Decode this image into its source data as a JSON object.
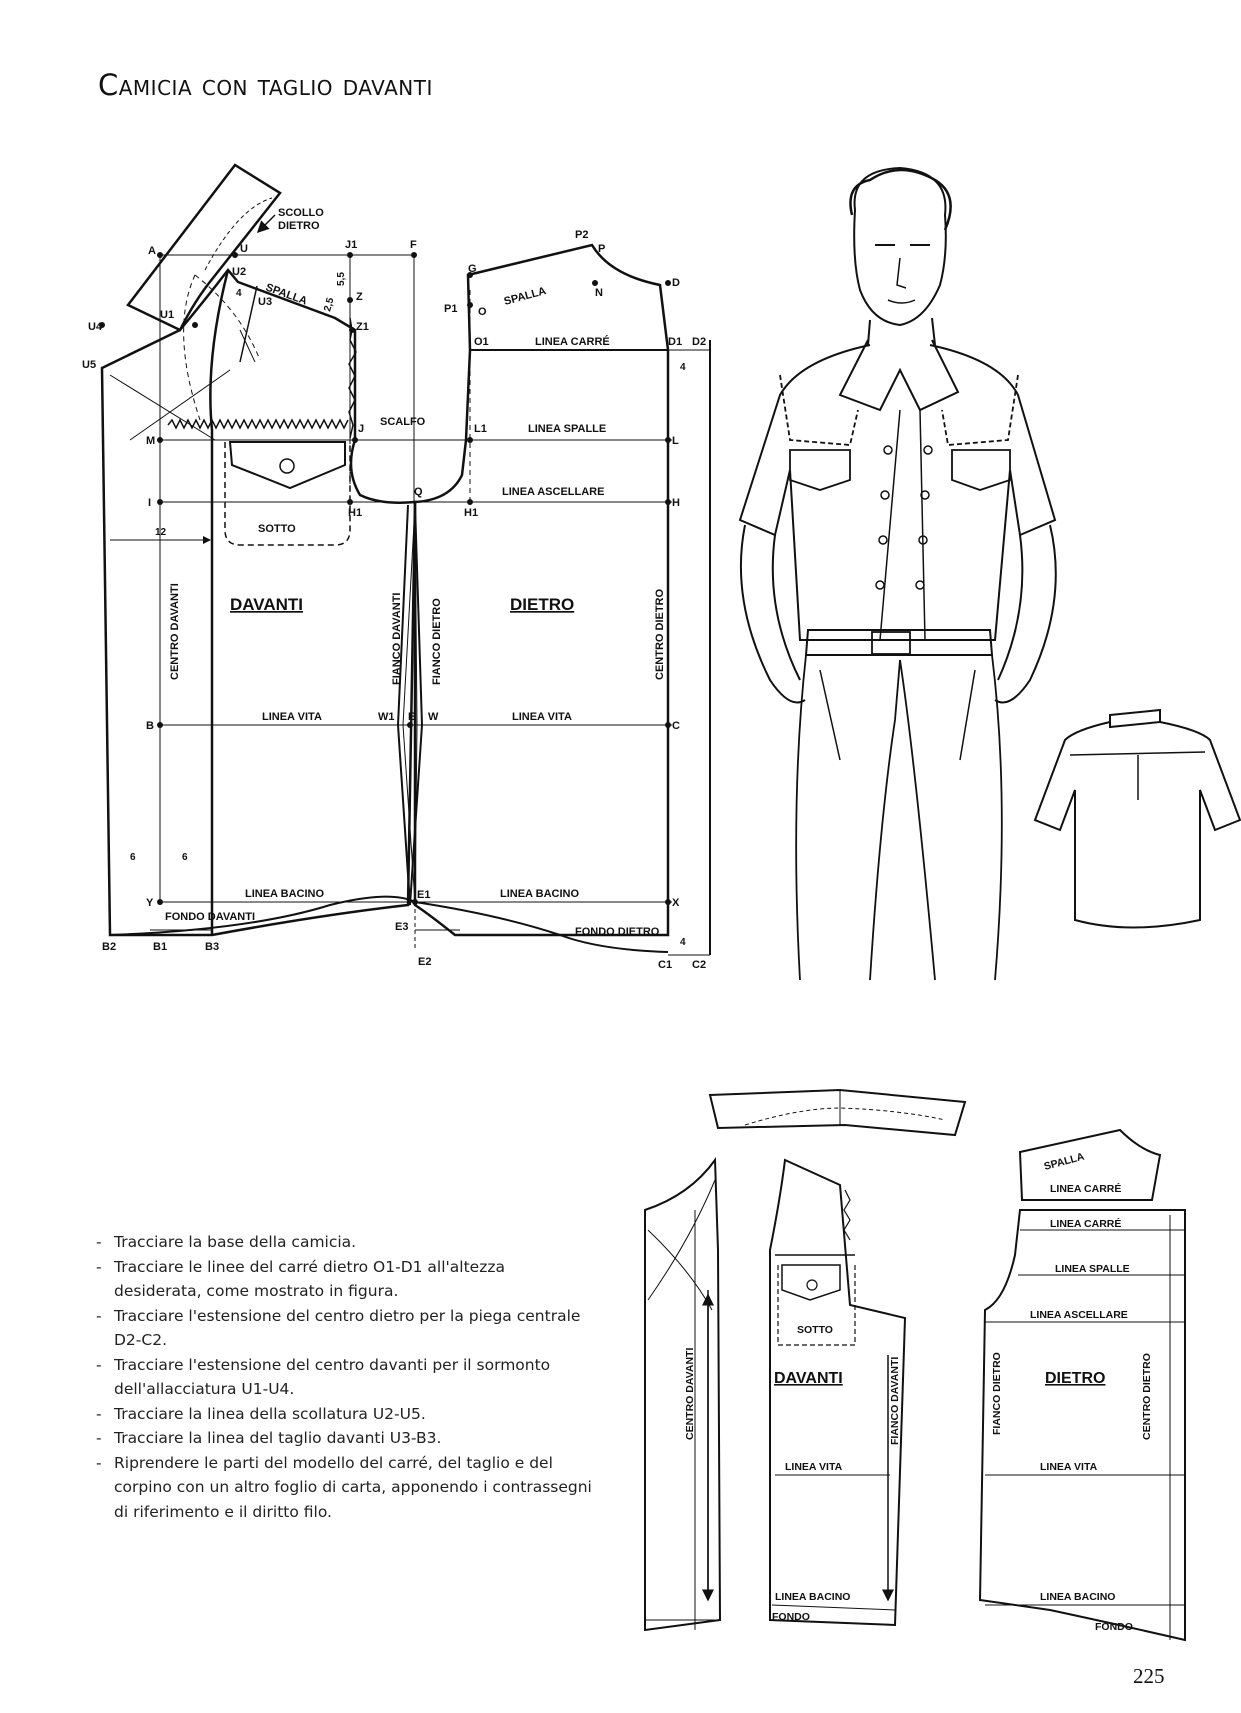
{
  "page": {
    "title": "Camicia con taglio davanti",
    "page_number": "225"
  },
  "draft_labels": {
    "scollo_dietro": [
      "SCOLLO",
      "DIETRO"
    ],
    "spalla_front": "SPALLA",
    "spalla_back": "SPALLA",
    "linea_carre": "LINEA CARRÉ",
    "scalfo": "SCALFO",
    "linea_spalle": "LINEA SPALLE",
    "linea_ascellare": "LINEA ASCELLARE",
    "sotto": "SOTTO",
    "davanti": "DAVANTI",
    "dietro": "DIETRO",
    "centro_davanti": "CENTRO DAVANTI",
    "centro_dietro": "CENTRO DIETRO",
    "fianco_davanti": "FIANCO DAVANTI",
    "fianco_dietro": "FIANCO DIETRO",
    "linea_vita_front": "LINEA VITA",
    "linea_vita_back": "LINEA VITA",
    "linea_bacino_front": "LINEA BACINO",
    "linea_bacino_back": "LINEA BACINO",
    "fondo_davanti": "FONDO DAVANTI",
    "fondo_dietro": "FONDO DIETRO"
  },
  "points": {
    "A": "A",
    "U": "U",
    "J1": "J1",
    "F": "F",
    "G": "G",
    "P2": "P2",
    "P": "P",
    "D": "D",
    "N": "N",
    "U2": "U2",
    "U3": "U3",
    "Z": "Z",
    "Z1": "Z1",
    "U1": "U1",
    "U4": "U4",
    "U5": "U5",
    "P1": "P1",
    "O": "O",
    "O1": "O1",
    "D1": "D1",
    "D2": "D2",
    "M": "M",
    "J": "J",
    "L1": "L1",
    "L": "L",
    "Q": "Q",
    "I": "I",
    "H1_left": "H1",
    "H1_right": "H1",
    "H": "H",
    "B": "B",
    "W1": "W1",
    "E": "E",
    "W": "W",
    "C": "C",
    "Y": "Y",
    "E1": "E1",
    "X": "X",
    "E3": "E3",
    "E2": "E2",
    "B2": "B2",
    "B1": "B1",
    "B3": "B3",
    "C1": "C1",
    "C2": "C2"
  },
  "measurements": {
    "m4_shoulder": "4",
    "m55": "5,5",
    "m25": "2,5",
    "m4_top_right": "4",
    "m12": "12",
    "m6_a": "6",
    "m6_b": "6",
    "m4_bottom_right": "4"
  },
  "pieces": {
    "spalla": "SPALLA",
    "linea_carre_yoke": "LINEA CARRÉ",
    "linea_carre_back": "LINEA CARRÉ",
    "linea_spalle": "LINEA SPALLE",
    "linea_ascellare": "LINEA ASCELLARE",
    "sotto": "SOTTO",
    "davanti": "DAVANTI",
    "dietro": "DIETRO",
    "centro_davanti": "CENTRO DAVANTI",
    "fianco_davanti": "FIANCO DAVANTI",
    "fianco_dietro": "FIANCO DIETRO",
    "centro_dietro": "CENTRO DIETRO",
    "linea_vita_front": "LINEA VITA",
    "linea_vita_back": "LINEA VITA",
    "linea_bacino_front": "LINEA BACINO",
    "linea_bacino_back": "LINEA BACINO",
    "fondo_front": "FONDO",
    "fondo_back": "FONDO"
  },
  "instructions": [
    "Tracciare la base della camicia.",
    "Tracciare le linee del carré dietro O1-D1 all'altezza desiderata, come mostrato in figura.",
    "Tracciare l'estensione del centro dietro per la piega centrale D2-C2.",
    "Tracciare l'estensione del centro davanti per il sormonto dell'allacciatura U1-U4.",
    "Tracciare la linea della scollatura U2-U5.",
    "Tracciare la linea del taglio davanti U3-B3.",
    "Riprendere le parti del modello del carré, del taglio e del corpino con un altro foglio di carta, apponendo i contrassegni di riferimento e il diritto filo."
  ]
}
